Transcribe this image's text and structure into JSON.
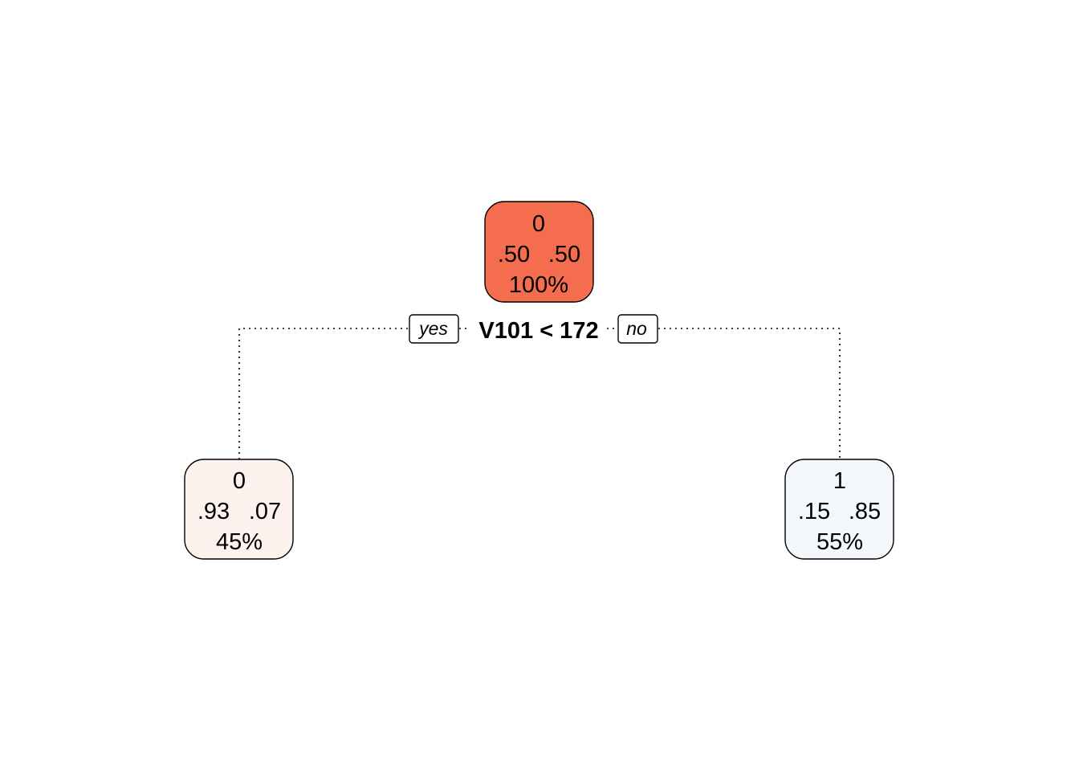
{
  "tree": {
    "split": {
      "label": "V101 < 172"
    },
    "branches": {
      "yes": "yes",
      "no": "no"
    },
    "nodes": {
      "root": {
        "class": "0",
        "p0": ".50",
        "p1": ".50",
        "pct": "100%",
        "color": "#f46d4f"
      },
      "left": {
        "class": "0",
        "p0": ".93",
        "p1": ".07",
        "pct": "45%",
        "color": "#fdf2ed"
      },
      "right": {
        "class": "1",
        "p0": ".15",
        "p1": ".85",
        "pct": "55%",
        "color": "#f4f8fd"
      }
    }
  }
}
